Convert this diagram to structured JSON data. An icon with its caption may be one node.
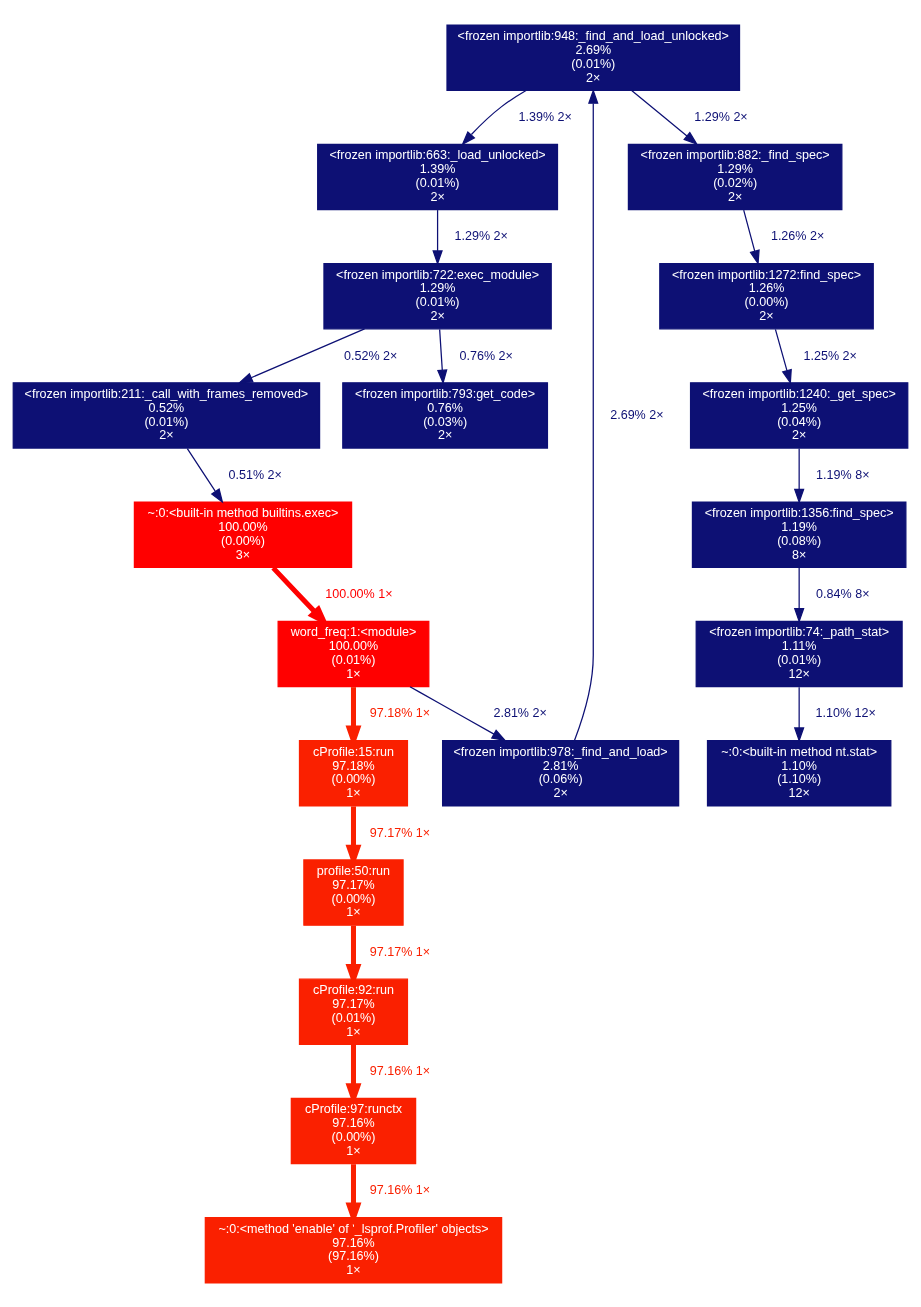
{
  "diagram": {
    "nodes": [
      {
        "text": [
          "<frozen importlib:948:_find_and_load_unlocked>",
          "2.69%",
          "(0.01%)",
          "2×"
        ]
      },
      {
        "text": [
          "<frozen importlib:663:_load_unlocked>",
          "1.39%",
          "(0.01%)",
          "2×"
        ]
      },
      {
        "text": [
          "<frozen importlib:882:_find_spec>",
          "1.29%",
          "(0.02%)",
          "2×"
        ]
      },
      {
        "text": [
          "<frozen importlib:722:exec_module>",
          "1.29%",
          "(0.01%)",
          "2×"
        ]
      },
      {
        "text": [
          "<frozen importlib:1272:find_spec>",
          "1.26%",
          "(0.00%)",
          "2×"
        ]
      },
      {
        "text": [
          "<frozen importlib:211:_call_with_frames_removed>",
          "0.52%",
          "(0.01%)",
          "2×"
        ]
      },
      {
        "text": [
          "<frozen importlib:793:get_code>",
          "0.76%",
          "(0.03%)",
          "2×"
        ]
      },
      {
        "text": [
          "<frozen importlib:1240:_get_spec>",
          "1.25%",
          "(0.04%)",
          "2×"
        ]
      },
      {
        "text": [
          "~:0:<built-in method builtins.exec>",
          "100.00%",
          "(0.00%)",
          "3×"
        ]
      },
      {
        "text": [
          "<frozen importlib:1356:find_spec>",
          "1.19%",
          "(0.08%)",
          "8×"
        ]
      },
      {
        "text": [
          "word_freq:1:<module>",
          "100.00%",
          "(0.01%)",
          "1×"
        ]
      },
      {
        "text": [
          "<frozen importlib:74:_path_stat>",
          "1.11%",
          "(0.01%)",
          "12×"
        ]
      },
      {
        "text": [
          "<frozen importlib:978:_find_and_load>",
          "2.81%",
          "(0.06%)",
          "2×"
        ]
      },
      {
        "text": [
          "cProfile:15:run",
          "97.18%",
          "(0.00%)",
          "1×"
        ]
      },
      {
        "text": [
          "~:0:<built-in method nt.stat>",
          "1.10%",
          "(1.10%)",
          "12×"
        ]
      },
      {
        "text": [
          "profile:50:run",
          "97.17%",
          "(0.00%)",
          "1×"
        ]
      },
      {
        "text": [
          "cProfile:92:run",
          "97.17%",
          "(0.01%)",
          "1×"
        ]
      },
      {
        "text": [
          "cProfile:97:runctx",
          "97.16%",
          "(0.00%)",
          "1×"
        ]
      },
      {
        "text": [
          "~:0:<method 'enable' of '_lsprof.Profiler' objects>",
          "97.16%",
          "(97.16%)",
          "1×"
        ]
      }
    ],
    "edges": [
      {
        "from": 0,
        "to": 1,
        "arrow": "to",
        "label": "1.39% 2×"
      },
      {
        "from": 0,
        "to": 2,
        "arrow": "to",
        "label": "1.29% 2×"
      },
      {
        "from": 1,
        "to": 3,
        "arrow": "to",
        "label": "1.29% 2×"
      },
      {
        "from": 2,
        "to": 4,
        "arrow": "to",
        "label": "1.26% 2×"
      },
      {
        "from": 3,
        "to": 5,
        "arrow": "to",
        "label": "0.52% 2×"
      },
      {
        "from": 3,
        "to": 6,
        "arrow": "to",
        "label": "0.76% 2×"
      },
      {
        "from": 4,
        "to": 7,
        "arrow": "to",
        "label": "1.25% 2×"
      },
      {
        "from": 5,
        "to": 8,
        "arrow": "to",
        "label": "0.51% 2×"
      },
      {
        "from": 7,
        "to": 9,
        "arrow": "to",
        "label": "1.19% 8×"
      },
      {
        "from": 8,
        "to": 10,
        "arrow": "to",
        "label": "100.00% 1×",
        "style": "thick",
        "color": "#ff0000"
      },
      {
        "from": 9,
        "to": 11,
        "arrow": "to",
        "label": "0.84% 8×"
      },
      {
        "from": 10,
        "to": 12,
        "arrow": "to",
        "label": "2.81% 2×"
      },
      {
        "from": 10,
        "to": 13,
        "arrow": "to",
        "label": "97.18% 1×",
        "style": "thick",
        "color": "#fa2000"
      },
      {
        "from": 11,
        "to": 14,
        "arrow": "to",
        "label": "1.10% 12×"
      },
      {
        "from": 12,
        "to": 0,
        "arrow": "to",
        "label": "2.69% 2×"
      },
      {
        "from": 13,
        "to": 15,
        "arrow": "to",
        "label": "97.17% 1×",
        "style": "thick",
        "color": "#fa2000"
      },
      {
        "from": 15,
        "to": 16,
        "arrow": "to",
        "label": "97.17% 1×",
        "style": "thick",
        "color": "#fa2000"
      },
      {
        "from": 16,
        "to": 17,
        "arrow": "to",
        "label": "97.16% 1×",
        "style": "thick",
        "color": "#fa2000"
      },
      {
        "from": 17,
        "to": 18,
        "arrow": "to",
        "label": "97.16% 1×",
        "style": "thick",
        "color": "#fa2000"
      }
    ]
  }
}
